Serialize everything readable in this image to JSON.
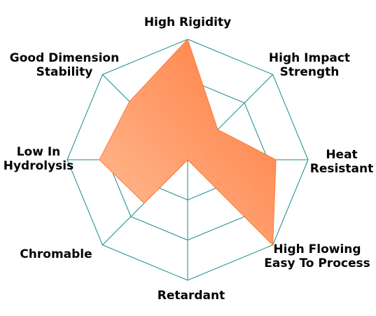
{
  "chart_data": {
    "type": "radar",
    "axes": [
      "High Rigidity",
      "High Impact\nStrength",
      "Heat\nResistant",
      "High Flowing\nEasy To Process",
      "Retardant",
      "Chromable",
      "Low In\nHydrolysis",
      "Good Dimension\nStability"
    ],
    "rings": 3,
    "max": 3,
    "series": [
      {
        "values": [
          3,
          1.06,
          2.2,
          3,
          0,
          1.53,
          2.2,
          2.05
        ],
        "color": "#ff7a3d",
        "gradient_start": "#ffbe96",
        "gradient_end": "#ff7a3d"
      }
    ],
    "grid_color": "#1a8a8a"
  }
}
